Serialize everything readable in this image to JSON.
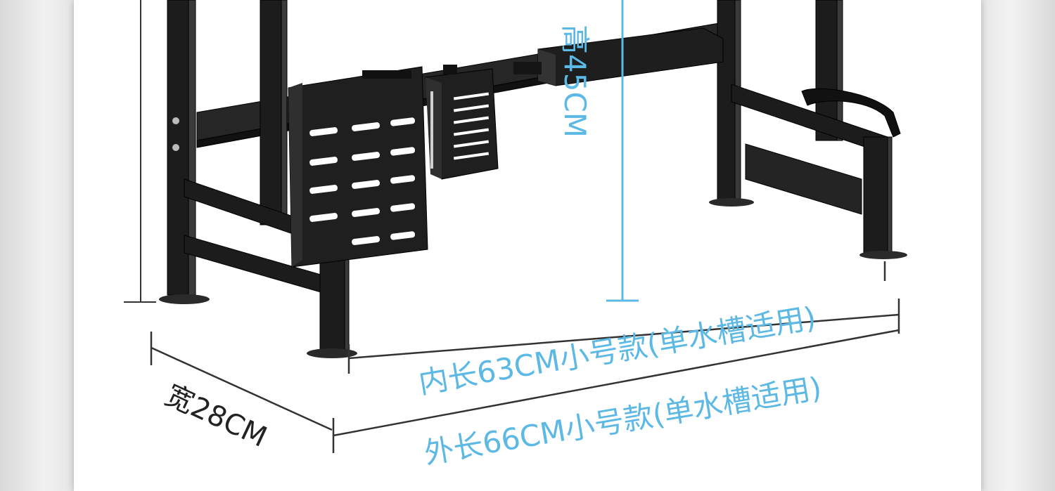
{
  "dimensions": {
    "height_label": "高45CM",
    "width_label": "宽28CM",
    "inner_length_label": "内长63CM小号款(单水槽适用)",
    "outer_length_label": "外长66CM小号款(单水槽适用)"
  },
  "colors": {
    "accent_blue": "#5cb8e4",
    "dimension_dark": "#222222",
    "rack_black": "#1c1c1c"
  },
  "icons": [
    "knife-holder-icon",
    "utensil-holder-icon",
    "storage-tray-icon"
  ]
}
